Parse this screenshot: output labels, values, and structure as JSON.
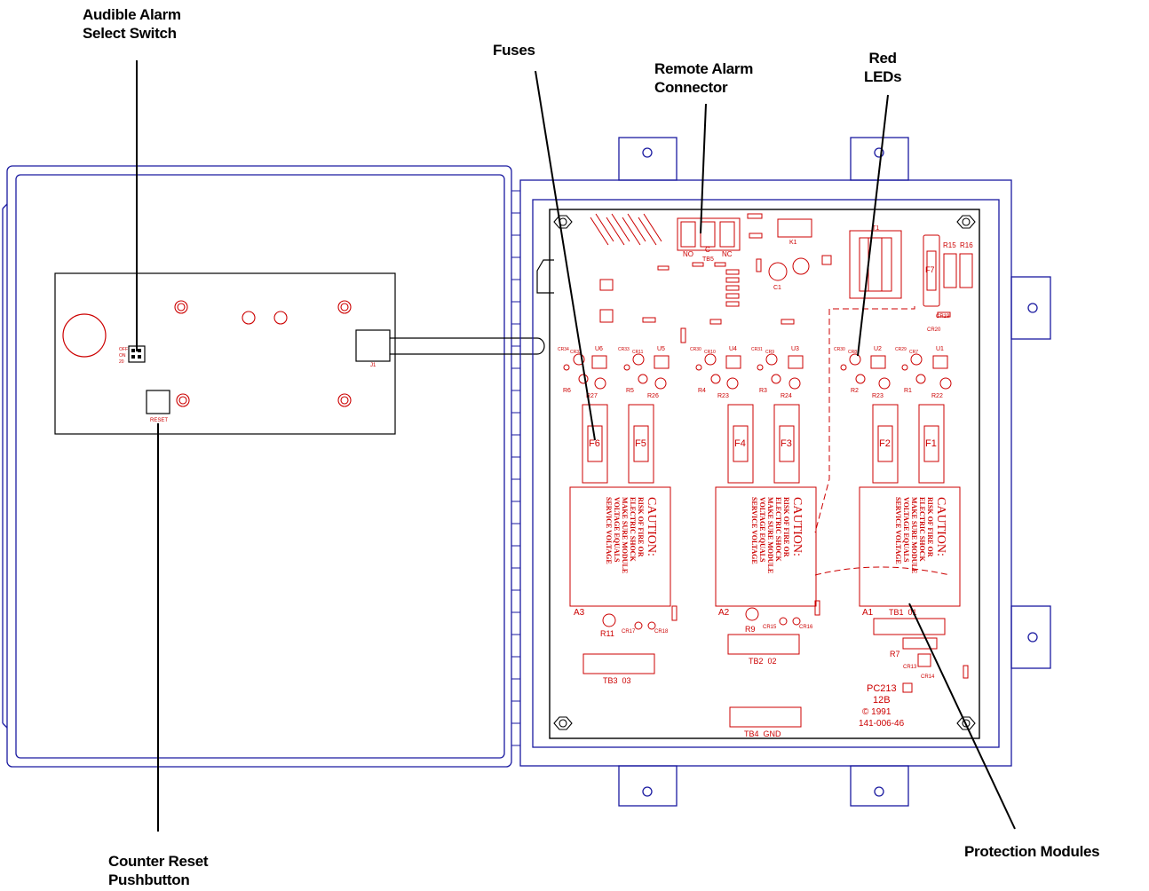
{
  "colors": {
    "enclosure": "#1a1aa0",
    "board": "#cc0000",
    "callout": "#000000"
  },
  "callouts": {
    "audible_alarm": "Audible Alarm\nSelect Switch",
    "fuses": "Fuses",
    "remote_alarm": "Remote Alarm\nConnector",
    "red_leds": "Red\nLEDs",
    "counter_reset": "Counter Reset\nPushbutton",
    "protection_modules": "Protection Modules"
  },
  "door": {
    "reset_label": "RESET",
    "j1_label": "J1",
    "switch_labels": [
      "OFF",
      "ON",
      "20"
    ]
  },
  "board": {
    "fuses": [
      "F6",
      "F5",
      "F4",
      "F3",
      "F2",
      "F1"
    ],
    "modules": [
      "A3",
      "A2",
      "A1"
    ],
    "caution_title": "CAUTION:",
    "caution_lines": [
      "RISK OF FIRE OR",
      "ELECTRIC SHOCK",
      "MAKE SURE MODULE",
      "VOLTAGE EQUALS",
      "SERVICE VOLTAGE"
    ],
    "terminal_blocks": [
      "TB3  03",
      "TB2  02",
      "TB1  01",
      "TB4  GND"
    ],
    "tb5": "TB5",
    "no": "NO",
    "c": "C",
    "nc": "NC",
    "transformer": "T1",
    "fuse_holder": "F7",
    "relay": "K1",
    "pc_number": "PC213",
    "rev": "12B",
    "copyright": "© 1991",
    "part_number": "141-006-46",
    "u_labels": [
      "U6",
      "U5",
      "U4",
      "U3",
      "U2",
      "U1"
    ],
    "r_labels": [
      "R27",
      "R26",
      "R23",
      "R24",
      "R23",
      "R22",
      "R6",
      "R5",
      "R4",
      "R3",
      "R2",
      "R1",
      "R11",
      "R9",
      "R7",
      "R15",
      "R16"
    ],
    "cr_labels": [
      "CR34",
      "CR32",
      "CR33",
      "CR11",
      "CR30",
      "CR10",
      "CR31",
      "CR9",
      "CR30",
      "CR8",
      "CR29",
      "CR7",
      "CR17",
      "CR18",
      "CR15",
      "CR16",
      "CR13",
      "CR14",
      "CR19",
      "CR20"
    ],
    "c_label": "C1"
  }
}
